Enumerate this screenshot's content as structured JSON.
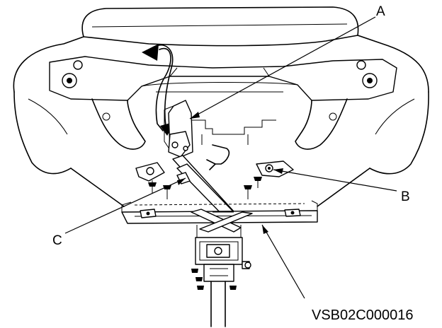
{
  "callouts": {
    "a": "A",
    "b": "B",
    "c": "C"
  },
  "figure_code": "VSB02C000016"
}
